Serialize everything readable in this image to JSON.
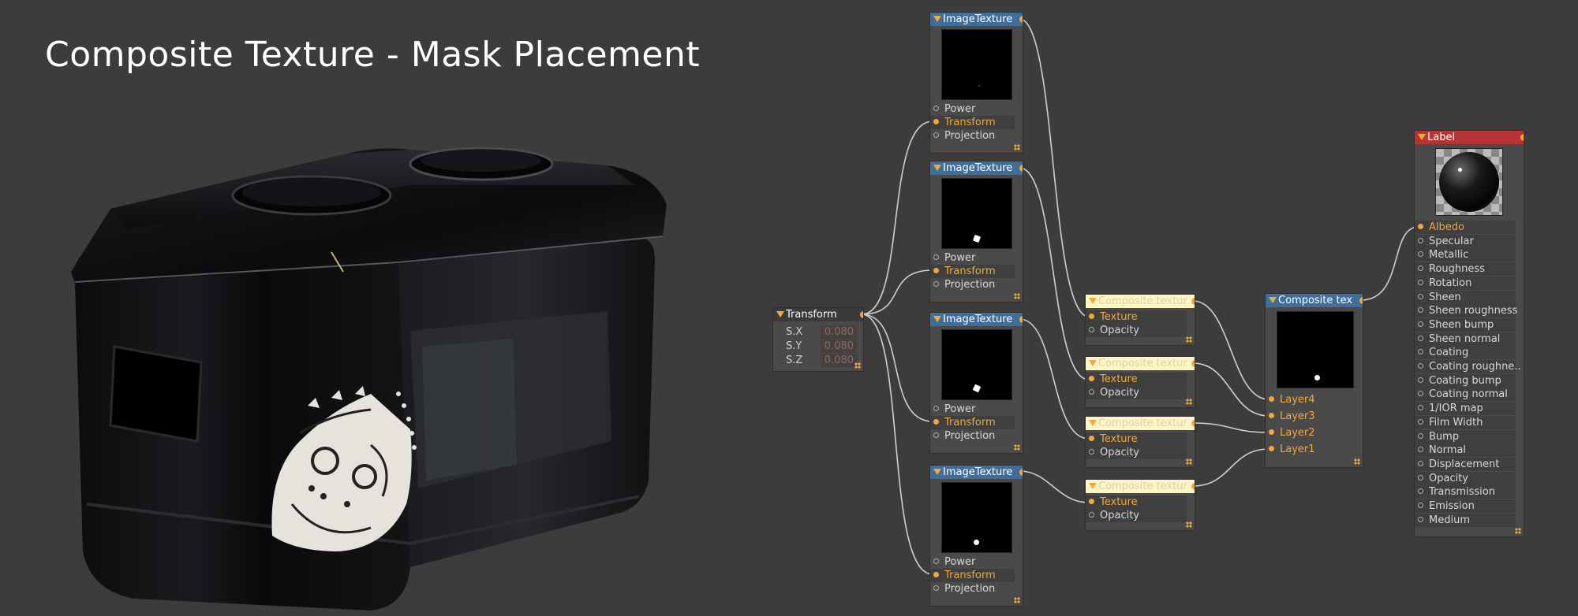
{
  "title": "Composite Texture - Mask Placement",
  "transform_node": {
    "title": "Transform",
    "rows": [
      {
        "label": "S.X",
        "value": "0.080"
      },
      {
        "label": "S.Y",
        "value": "0.080"
      },
      {
        "label": "S.Z",
        "value": "0.080"
      }
    ]
  },
  "image_textures": [
    {
      "title": "ImageTexture",
      "pins": [
        "Power",
        "Transform",
        "Projection"
      ]
    },
    {
      "title": "ImageTexture",
      "pins": [
        "Power",
        "Transform",
        "Projection"
      ]
    },
    {
      "title": "ImageTexture",
      "pins": [
        "Power",
        "Transform",
        "Projection"
      ]
    },
    {
      "title": "ImageTexture",
      "pins": [
        "Power",
        "Transform",
        "Projection"
      ]
    }
  ],
  "composite_layers": [
    {
      "title": "Composite textur",
      "pins": [
        "Texture",
        "Opacity"
      ]
    },
    {
      "title": "Composite textur",
      "pins": [
        "Texture",
        "Opacity"
      ]
    },
    {
      "title": "Composite textur",
      "pins": [
        "Texture",
        "Opacity"
      ]
    },
    {
      "title": "Composite textur",
      "pins": [
        "Texture",
        "Opacity"
      ]
    }
  ],
  "composite_tex": {
    "title": "Composite tex",
    "pins": [
      "Layer4",
      "Layer3",
      "Layer2",
      "Layer1"
    ]
  },
  "material": {
    "title": "Label",
    "pins": [
      "Albedo",
      "Specular",
      "Metallic",
      "Roughness",
      "Rotation",
      "Sheen",
      "Sheen roughness",
      "Sheen bump",
      "Sheen normal",
      "Coating",
      "Coating roughne..",
      "Coating bump",
      "Coating normal",
      "1/IOR map",
      "Film Width",
      "Bump",
      "Normal",
      "Displacement",
      "Opacity",
      "Transmission",
      "Emission",
      "Medium"
    ]
  },
  "colors": {
    "background": "#3c3c3c",
    "node_body": "#4a4a4a",
    "header_blue": "#3f6e9a",
    "header_yellow": "#fdf5c4",
    "header_red": "#b83434",
    "accent_orange": "#f2a93a",
    "wire": "#cfcfcf"
  }
}
